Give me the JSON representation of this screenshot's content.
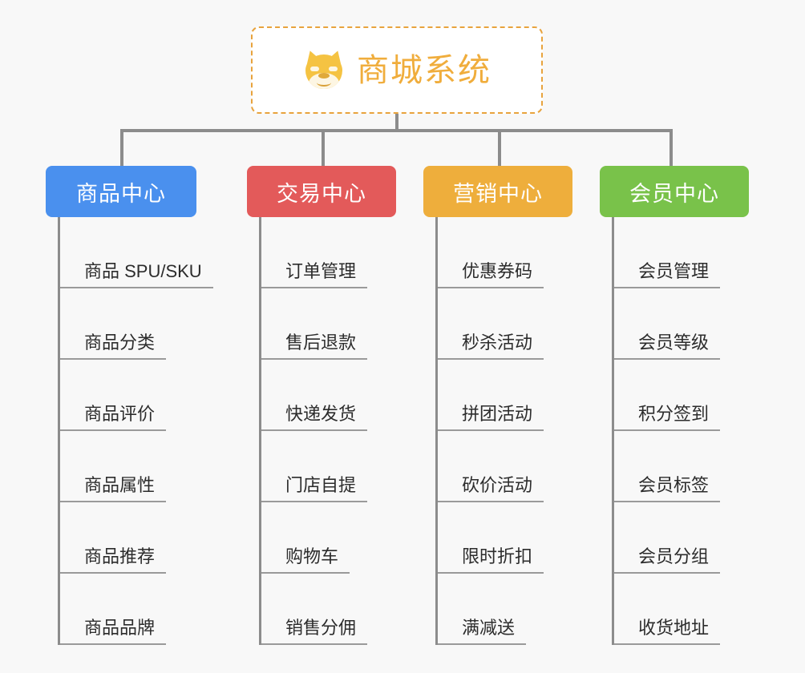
{
  "page": {
    "background_color": "#f8f8f8",
    "diagram_type": "organization-tree"
  },
  "root": {
    "title": "商城系统",
    "icon": "shiba-dog-face-icon",
    "text_color": "#f0ad3c",
    "border_color": "#e8a33d",
    "background_color": "#ffffff"
  },
  "connector": {
    "color": "#8c8c8c"
  },
  "columns": [
    {
      "header": "商品中心",
      "color": "#4a90ee",
      "items": [
        "商品 SPU/SKU",
        "商品分类",
        "商品评价",
        "商品属性",
        "商品推荐",
        "商品品牌"
      ]
    },
    {
      "header": "交易中心",
      "color": "#e35a5a",
      "items": [
        "订单管理",
        "售后退款",
        "快递发货",
        "门店自提",
        "购物车",
        "销售分佣"
      ]
    },
    {
      "header": "营销中心",
      "color": "#eeae3c",
      "items": [
        "优惠券码",
        "秒杀活动",
        "拼团活动",
        "砍价活动",
        "限时折扣",
        "满减送"
      ]
    },
    {
      "header": "会员中心",
      "color": "#79c24a",
      "items": [
        "会员管理",
        "会员等级",
        "积分签到",
        "会员标签",
        "会员分组",
        "收货地址"
      ]
    }
  ]
}
